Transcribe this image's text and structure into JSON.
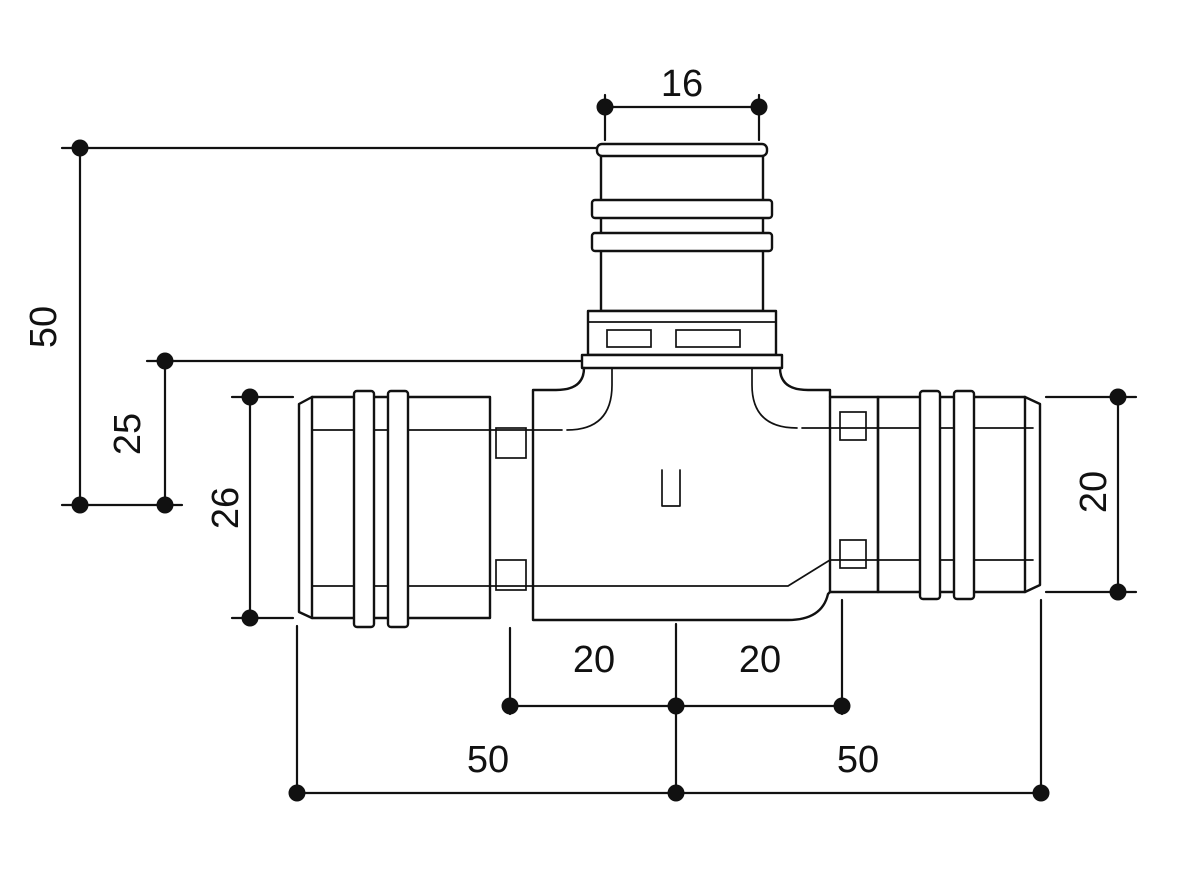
{
  "drawing": {
    "background_color": "#ffffff",
    "line_color": "#111111",
    "labels": {
      "branch_width": "16",
      "overall_height": "50",
      "branch_to_axis": "25",
      "left_port_diameter": "26",
      "right_port_diameter": "20",
      "axis_to_left_collar": "20",
      "axis_to_right_collar": "20",
      "left_half_length": "50",
      "right_half_length": "50"
    }
  }
}
